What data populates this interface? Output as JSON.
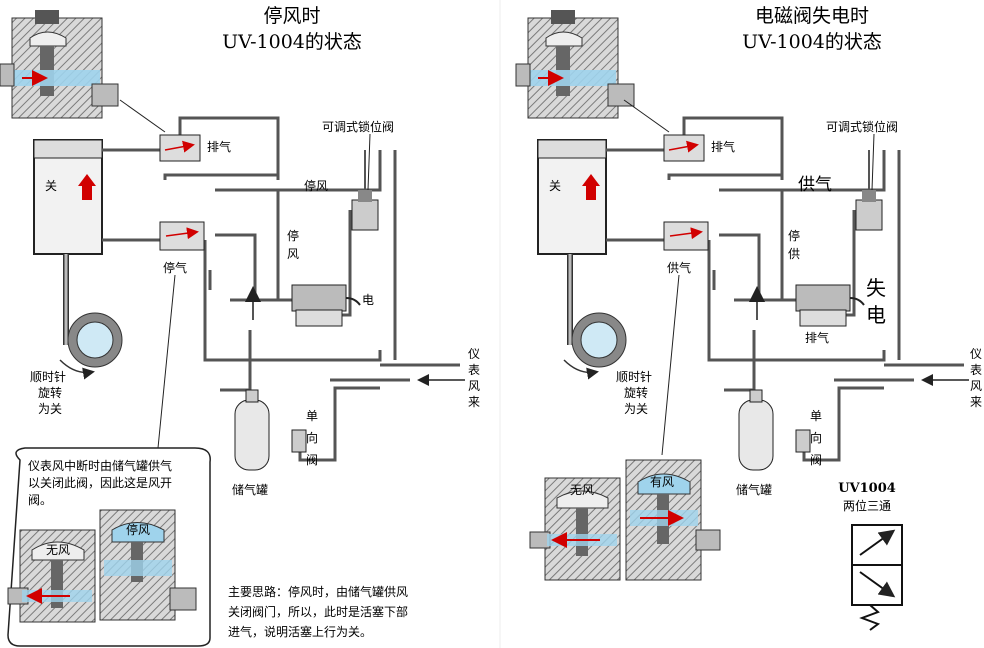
{
  "left": {
    "title_line1": "停风时",
    "title_line2": "UV-1004的状态",
    "pos_valve_label": "可调式锁位阀",
    "exhaust_label": "排气",
    "supply_line_label": "停风",
    "vertical_label_1": "停",
    "vertical_label_2": "风",
    "lower_valve_label": "停气",
    "solenoid_label": "电",
    "actuator_label": "关",
    "rotate_1": "顺时针",
    "rotate_2": "旋转",
    "rotate_3": "为关",
    "tank_label": "储气罐",
    "check_1": "单",
    "check_2": "向",
    "check_3": "阀",
    "air_1": "仪",
    "air_2": "表",
    "air_3": "风",
    "air_4": "来",
    "note_line1": "仪表风中断时由储气罐供气",
    "note_line2": "以关闭此阀，因此这是风开",
    "note_line3": "阀。",
    "valve_no_air": "无风",
    "valve_air": "停风",
    "idea_line1": "主要思路：停风时，由储气罐供风",
    "idea_line2": "关闭阀门，所以，此时是活塞下部",
    "idea_line3": "进气，说明活塞上行为关。"
  },
  "right": {
    "title_line1": "电磁阀失电时",
    "title_line2": "UV-1004的状态",
    "pos_valve_label": "可调式锁位阀",
    "exhaust_label": "排气",
    "supply_line_label": "供气",
    "vertical_label_1": "停",
    "vertical_label_2": "供",
    "lower_valve_label": "供气",
    "solenoid_label_1": "失",
    "solenoid_label_2": "电",
    "solenoid_exhaust": "排气",
    "actuator_label": "关",
    "rotate_1": "顺时针",
    "rotate_2": "旋转",
    "rotate_3": "为关",
    "tank_label": "储气罐",
    "check_1": "单",
    "check_2": "向",
    "check_3": "阀",
    "air_1": "仪",
    "air_2": "表",
    "air_3": "风",
    "air_4": "来",
    "valve_no_air": "无风",
    "valve_air": "有风",
    "symbol_title": "UV1004",
    "symbol_subtitle": "两位三通"
  },
  "colors": {
    "pipe": "#6b6b6b",
    "hatch": "#8a8a8a",
    "air_blue": "#9fd3ec",
    "arrow_red": "#d10000",
    "gear_fill": "#cfe9f5"
  }
}
